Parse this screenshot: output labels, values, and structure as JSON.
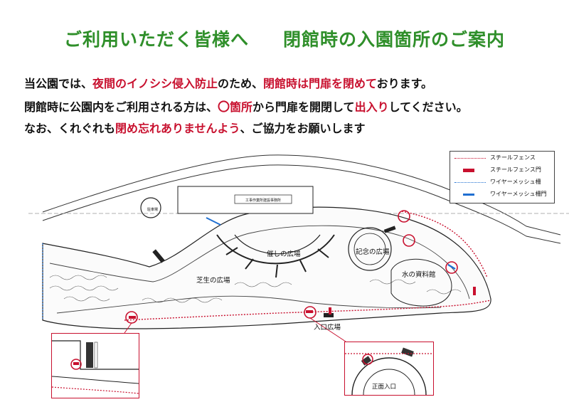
{
  "title": {
    "left": "ご利用いただく皆様へ",
    "right": "閉館時の入園箇所のご案内"
  },
  "intro": {
    "line1": [
      {
        "t": "当公園では、",
        "red": false
      },
      {
        "t": "夜間のイノシシ侵入防止",
        "red": true
      },
      {
        "t": "のため、",
        "red": false
      },
      {
        "t": "閉館時は門扉を閉めて",
        "red": true
      },
      {
        "t": "おります。",
        "red": false
      }
    ],
    "line2": [
      {
        "t": "閉館時に公園内をご利用される方は、",
        "red": false
      },
      {
        "t": "〇",
        "red": true,
        "circle": true
      },
      {
        "t": "箇所",
        "red": true
      },
      {
        "t": "から門扉を開閉して",
        "red": false
      },
      {
        "t": "出入り",
        "red": true
      },
      {
        "t": "してください。",
        "red": false
      }
    ],
    "line3": [
      {
        "t": "なお、くれぐれも",
        "red": false
      },
      {
        "t": "閉め忘れありませんよう",
        "red": true
      },
      {
        "t": "、ご協力をお願いします",
        "red": false
      }
    ]
  },
  "legend": {
    "items": [
      {
        "label": "スチールフェンス",
        "kind": "steel-fence"
      },
      {
        "label": "スチールフェンス門",
        "kind": "steel-gate"
      },
      {
        "label": "ワイヤーメッシュ柵",
        "kind": "wire-fence"
      },
      {
        "label": "ワイヤーメッシュ柵門",
        "kind": "wire-gate"
      }
    ],
    "colors": {
      "steel": "#c8102e",
      "wire": "#1f6fd1"
    }
  },
  "map_labels": {
    "event_plaza": "催しの広場",
    "memorial_plaza": "記念の広場",
    "water_museum": "水の資料館",
    "lawn_plaza": "芝生の広場",
    "entrance_plaza": "入口広場",
    "main_entrance": "正面入口",
    "parking": "駐車場",
    "bridge": "工事作業所建設事務所"
  },
  "colors": {
    "title_green": "#2f8f2a",
    "red": "#c8102e",
    "blue": "#1f6fd1"
  }
}
